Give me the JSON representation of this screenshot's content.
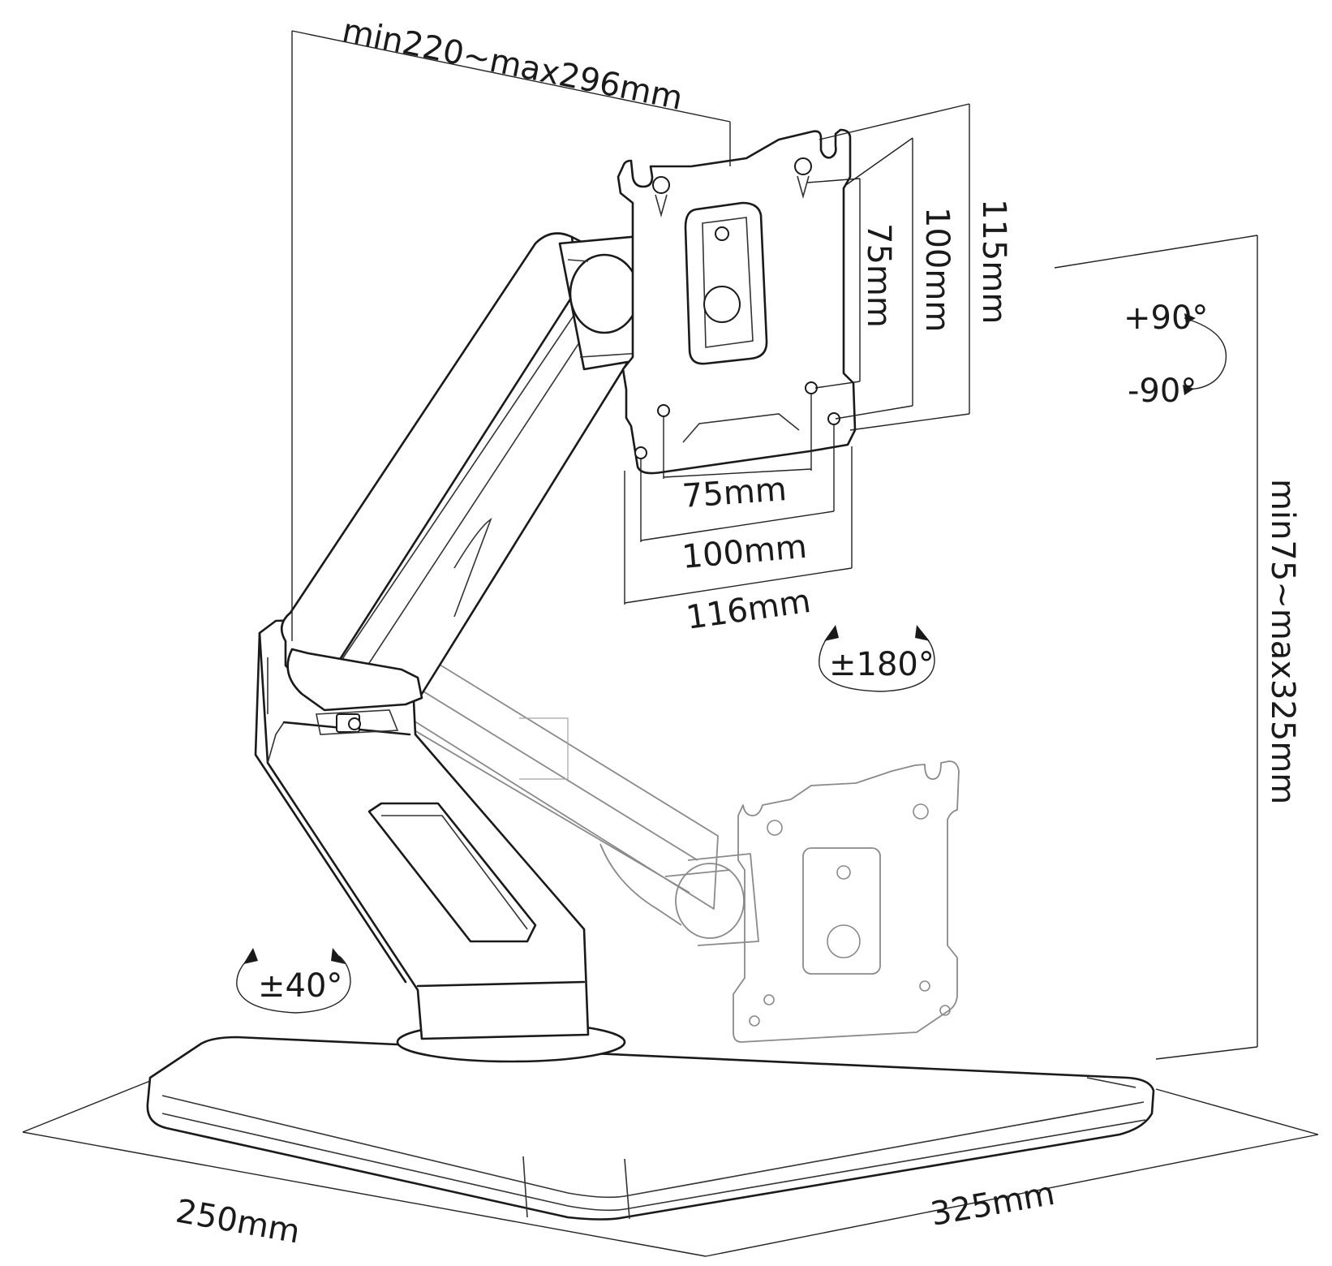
{
  "dimensions": {
    "arm_reach": "min220~max296mm",
    "vesa_height_75": "75mm",
    "vesa_height_100": "100mm",
    "plate_height": "115mm",
    "vesa_width_75": "75mm",
    "vesa_width_100": "100mm",
    "plate_width": "116mm",
    "height_range": "min75~max325mm",
    "base_depth": "250mm",
    "base_width": "325mm"
  },
  "rotations": {
    "tilt_up": "+90°",
    "tilt_down": "-90°",
    "swivel": "±180°",
    "base_swivel": "±40°"
  },
  "colors": {
    "line": "#1a1a1a",
    "ghost_line": "#8a8a8a",
    "background": "#ffffff"
  }
}
